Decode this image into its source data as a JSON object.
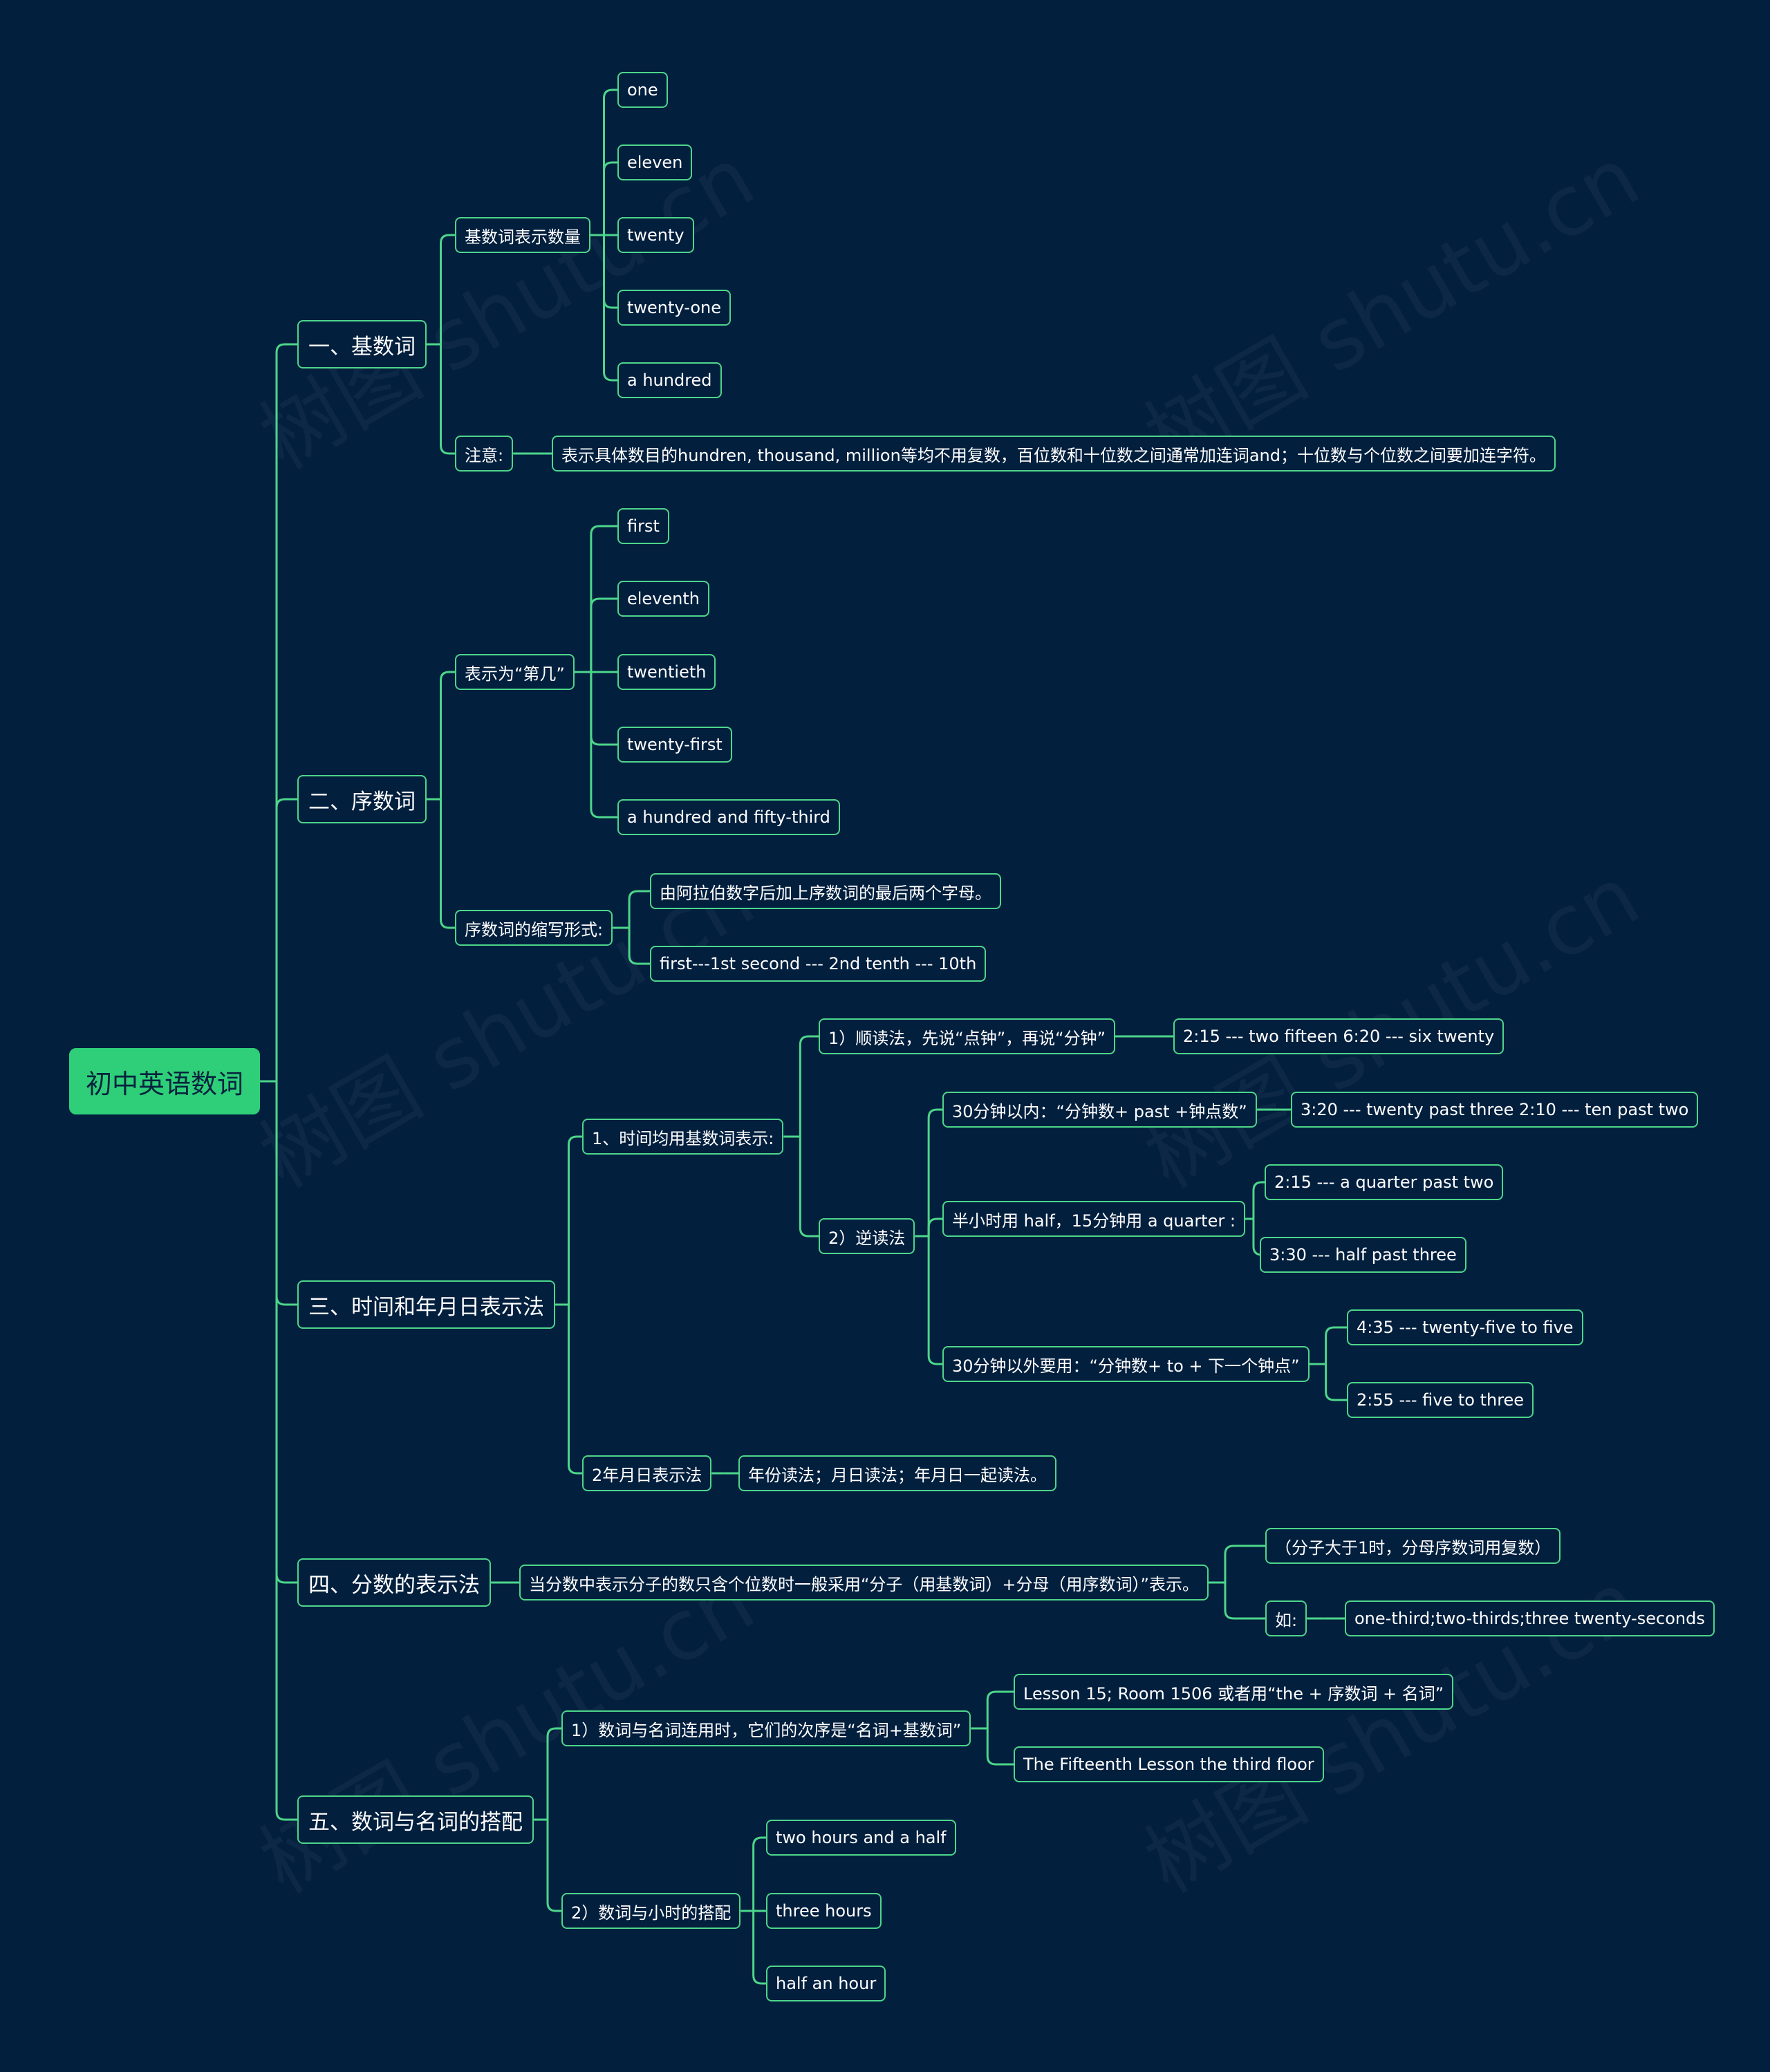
{
  "root": "初中英语数词",
  "watermark": "树图 shutu.cn",
  "colors": {
    "background": "#021f3e",
    "accent": "#4dd68a",
    "root_fill": "#2ecf78"
  },
  "branches": {
    "b1": {
      "label": "一、基数词",
      "cardinal_quantity": {
        "label": "基数词表示数量",
        "items": [
          "one",
          "eleven",
          "twenty",
          "twenty-one",
          "a hundred"
        ]
      },
      "note": {
        "label": "注意:",
        "text": "表示具体数目的hundren, thousand, million等均不用复数，百位数和十位数之间通常加连词and；十位数与个位数之间要加连字符。"
      }
    },
    "b2": {
      "label": "二、序数词",
      "ordinal_meaning": {
        "label": "表示为“第几”",
        "items": [
          "first",
          "eleventh",
          "twentieth",
          "twenty-first",
          "a hundred and fifty-third"
        ]
      },
      "abbrev": {
        "label": "序数词的缩写形式:",
        "items": [
          "由阿拉伯数字后加上序数词的最后两个字母。",
          "first---1st   second --- 2nd    tenth --- 10th"
        ]
      }
    },
    "b3": {
      "label": "三、时间和年月日表示法",
      "time": {
        "label": "1、时间均用基数词表示:",
        "forward": {
          "label": "1）顺读法，先说“点钟”，再说“分钟”",
          "example": "2:15 --- two fifteen     6:20 --- six twenty"
        },
        "reverse": {
          "label": "2）逆读法",
          "within30": {
            "label": "30分钟以内：“分钟数+ past +钟点数”",
            "example": "3:20 --- twenty past three     2:10 --- ten past two"
          },
          "half_quarter": {
            "label": "半小时用 half，15分钟用 a quarter :",
            "examples": [
              "2:15 --- a quarter past two",
              "3:30 --- half past three"
            ]
          },
          "beyond30": {
            "label": "30分钟以外要用：“分钟数+ to + 下一个钟点”",
            "examples": [
              "4:35 --- twenty-five to five",
              "2:55 --- five to three"
            ]
          }
        }
      },
      "date": {
        "label": "2年月日表示法",
        "text": "年份读法；月日读法；年月日一起读法。"
      }
    },
    "b4": {
      "label": "四、分数的表示法",
      "rule": "当分数中表示分子的数只含个位数时一般采用“分子（用基数词）+分母（用序数词）”表示。",
      "plural_note": "（分子大于1时，分母序数词用复数）",
      "example_label": "如:",
      "example": "one-third;two-thirds;three twenty-seconds"
    },
    "b5": {
      "label": "五、数词与名词的搭配",
      "order": {
        "label": "1）数词与名词连用时，它们的次序是“名词+基数词”",
        "items": [
          "Lesson 15; Room 1506 或者用“the + 序数词 + 名词”",
          "The Fifteenth Lesson       the third floor"
        ]
      },
      "hours": {
        "label": "2）数词与小时的搭配",
        "items": [
          "two hours and a half",
          "three hours",
          "half an hour"
        ]
      }
    }
  }
}
